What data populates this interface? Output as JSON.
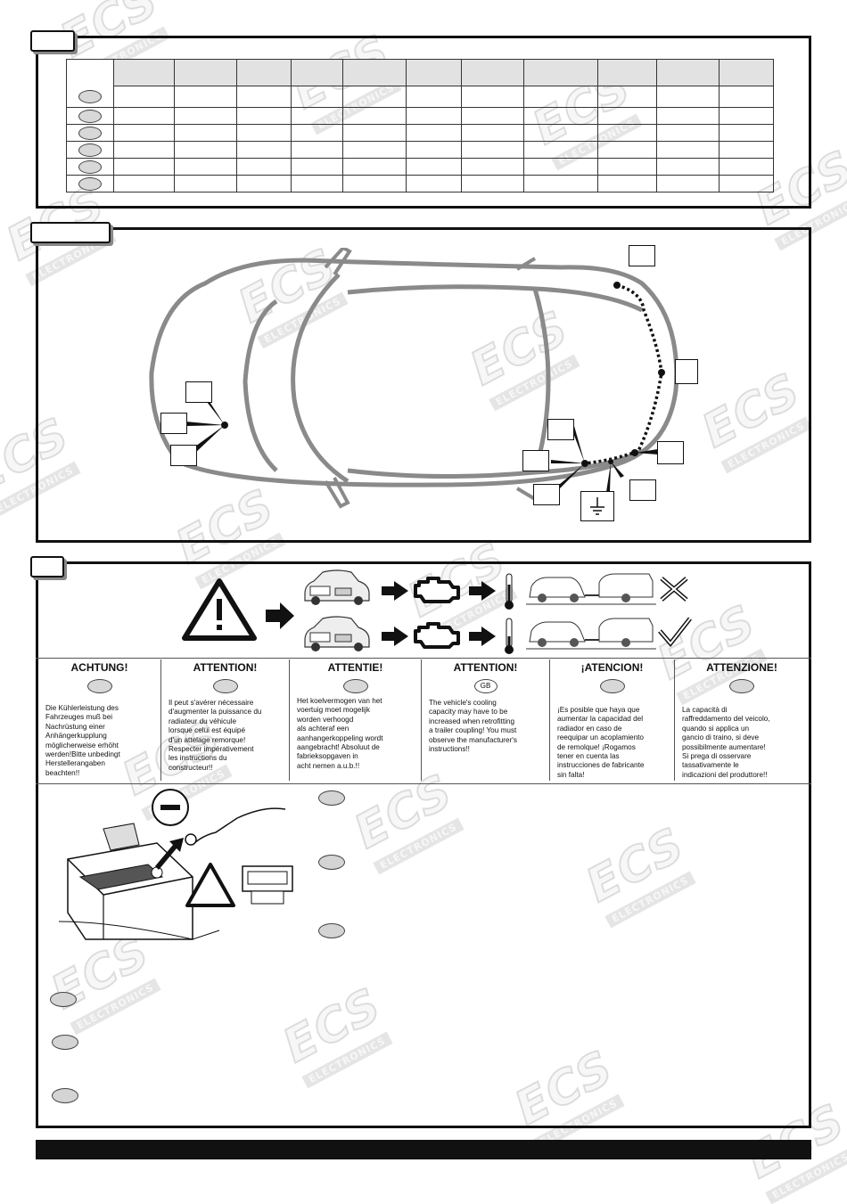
{
  "warnings": [
    {
      "title": "ACHTUNG!",
      "flag": "",
      "text": "Die Kühlerleistung des\nFahrzeuges muß bei\nNachrüstung einer\nAnhängerkupplung\nmöglicherweise erhöht\nwerden!Bitte unbedingt\nHerstellerangaben\nbeachten!!"
    },
    {
      "title": "ATTENTION!",
      "flag": "",
      "text": "Il peut s'avérer nécessaire\nd'augmenter la puissance du\nradiateur du véhicule\nlorsque celui est équipé\nd'un attelage remorque!\nRespecter impérativement\nles instructions du\nconstructeur!!"
    },
    {
      "title": "ATTENTIE!",
      "flag": "",
      "text": "Het koelvermogen van het\nvoertuig moet mogelijk\nworden verhoogd\nals achteraf een\naanhangerkoppeling wordt\naangebracht! Absoluut de\nfabrieksopgaven in\nacht nemen a.u.b.!!"
    },
    {
      "title": "ATTENTION!",
      "flag": "GB",
      "text": "The vehicle's cooling\ncapacity may have to be\nincreased when retrofitting\na trailer coupling! You must\nobserve the manufacturer's\ninstructions!!"
    },
    {
      "title": "¡ATENCION!",
      "flag": "",
      "text": "¡Es posible que haya que\naumentar la capacidad del\nradiador en caso de\nreequipar un acoplamiento\nde remolque! ¡Rogamos\ntener en cuenta las\ninstrucciones de fabricante\nsin falta!"
    },
    {
      "title": "ATTENZIONE!",
      "flag": "",
      "text": "La capacità di\nraffreddamento del veicolo,\nquando si applica un\ngancio di traino, si deve\npossibilmente aumentare!\nSi prega di osservare\ntassativamente le\nindicazioni del produttore!!"
    }
  ],
  "watermark": {
    "brand": "ECS",
    "sub": "ELECTRONICS"
  },
  "icons": {
    "warning": "warning-triangle-icon",
    "engine": "engine-icon",
    "thermometer": "thermometer-icon",
    "no": "x-mark-icon",
    "yes": "check-mark-icon",
    "ground": "ground-symbol-icon"
  }
}
